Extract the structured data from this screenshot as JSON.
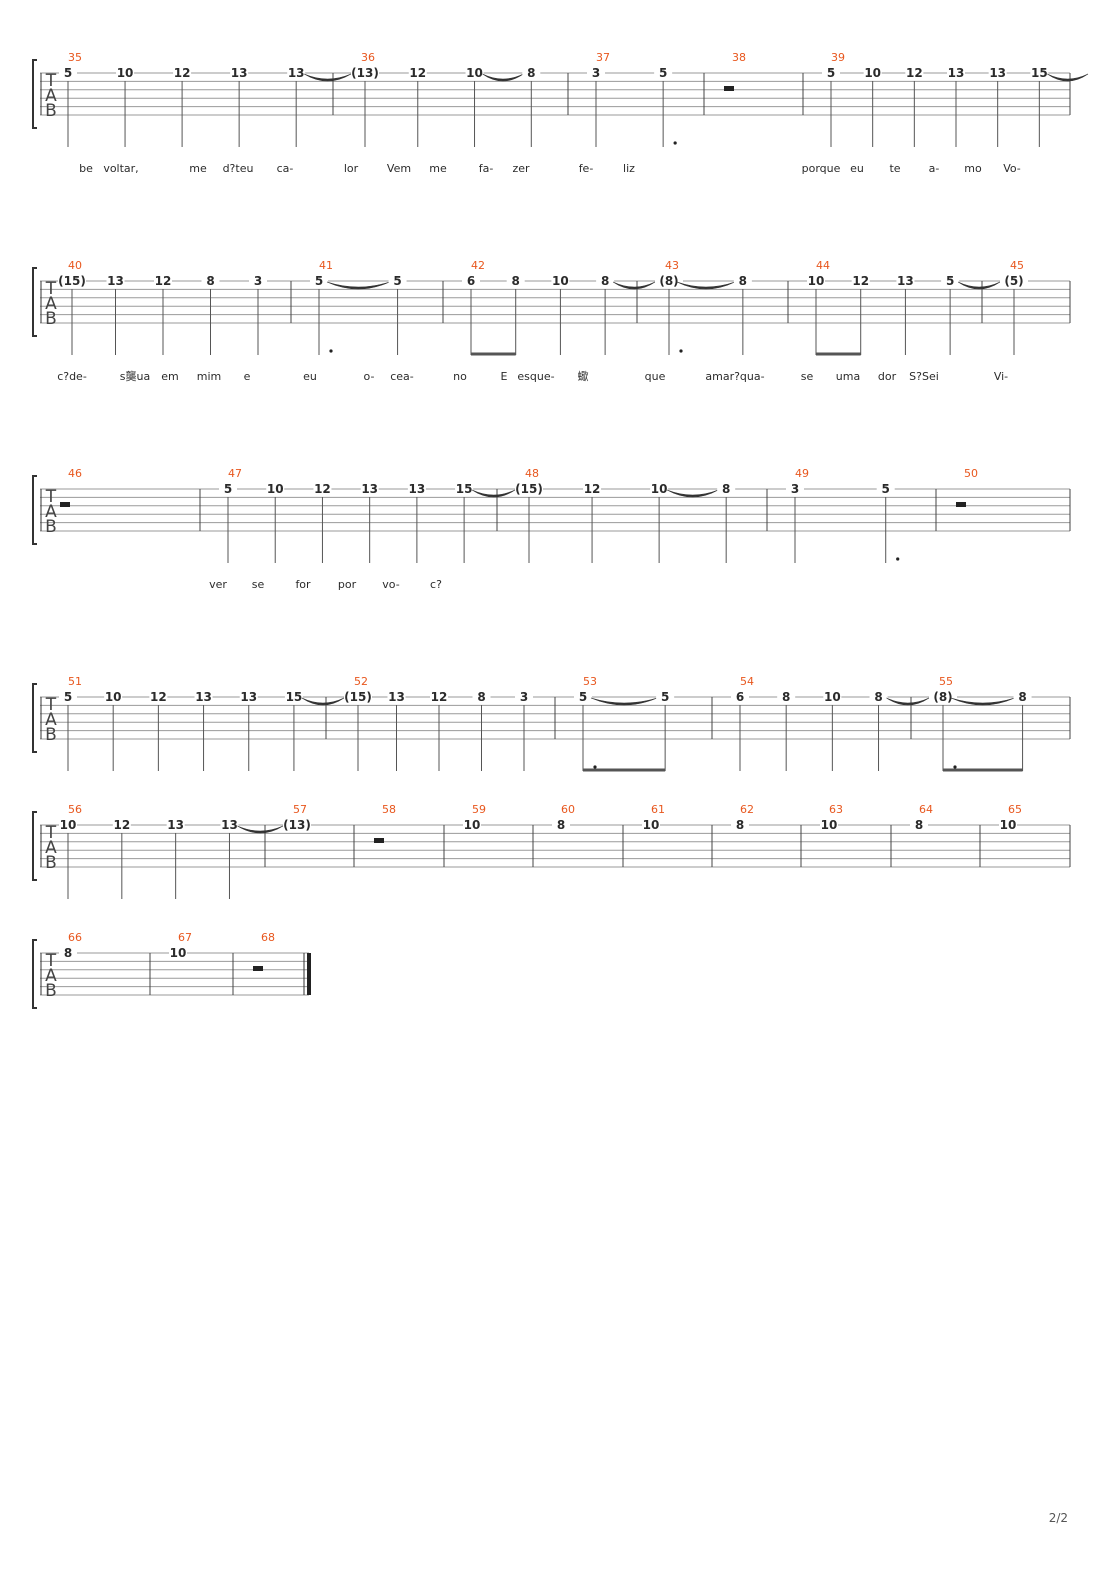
{
  "page_number": "2/2",
  "clef_letters": [
    "T",
    "A",
    "B"
  ],
  "systems": [
    {
      "measures": [
        {
          "number": "35",
          "notes": [
            {
              "fret": "5"
            },
            {
              "fret": "10"
            },
            {
              "fret": "12"
            },
            {
              "fret": "13"
            },
            {
              "fret": "13",
              "tie": true
            }
          ]
        },
        {
          "number": "36",
          "notes": [
            {
              "fret": "(13)"
            },
            {
              "fret": "12"
            },
            {
              "fret": "10",
              "tie": true
            },
            {
              "fret": "8"
            }
          ]
        },
        {
          "number": "37",
          "notes": [
            {
              "fret": "3"
            },
            {
              "fret": "5",
              "dot": true
            }
          ]
        },
        {
          "number": "38",
          "rest": true
        },
        {
          "number": "39",
          "notes": [
            {
              "fret": "5"
            },
            {
              "fret": "10"
            },
            {
              "fret": "12"
            },
            {
              "fret": "13"
            },
            {
              "fret": "13"
            },
            {
              "fret": "15",
              "tie": true
            }
          ]
        }
      ],
      "lyrics": [
        "be",
        "voltar,",
        "me",
        "d?teu",
        "ca-",
        "lor",
        "Vem",
        "me",
        "fa-",
        "zer",
        "fe-",
        "liz",
        "porque",
        "eu",
        "te",
        "a-",
        "mo",
        "Vo-"
      ]
    },
    {
      "measures": [
        {
          "number": "40",
          "notes": [
            {
              "fret": "(15)"
            },
            {
              "fret": "13"
            },
            {
              "fret": "12"
            },
            {
              "fret": "8"
            },
            {
              "fret": "3"
            }
          ]
        },
        {
          "number": "41",
          "notes": [
            {
              "fret": "5",
              "dot": true,
              "tie": true
            },
            {
              "fret": "5"
            }
          ]
        },
        {
          "number": "42",
          "notes": [
            {
              "fret": "6"
            },
            {
              "fret": "8"
            },
            {
              "fret": "10"
            },
            {
              "fret": "8",
              "tie": true
            }
          ]
        },
        {
          "number": "43",
          "notes": [
            {
              "fret": "(8)",
              "dot": true,
              "tie": true
            },
            {
              "fret": "8"
            }
          ]
        },
        {
          "number": "44",
          "notes": [
            {
              "fret": "10"
            },
            {
              "fret": "12"
            },
            {
              "fret": "13"
            },
            {
              "fret": "5",
              "tie": true
            }
          ]
        },
        {
          "number": "45",
          "notes": [
            {
              "fret": "(5)"
            }
          ]
        }
      ],
      "lyrics": [
        "c?de-",
        "s龑ua",
        "em",
        "mim",
        "e",
        "eu",
        "o-",
        "cea-",
        "no",
        "E",
        "esque-",
        "蠍",
        "que",
        "amar?qua-",
        "se",
        "uma",
        "dor",
        "S?Sei",
        "Vi-"
      ]
    },
    {
      "measures": [
        {
          "number": "46",
          "rest": true
        },
        {
          "number": "47",
          "notes": [
            {
              "fret": "5"
            },
            {
              "fret": "10"
            },
            {
              "fret": "12"
            },
            {
              "fret": "13"
            },
            {
              "fret": "13"
            },
            {
              "fret": "15",
              "tie": true
            }
          ]
        },
        {
          "number": "48",
          "notes": [
            {
              "fret": "(15)"
            },
            {
              "fret": "12"
            },
            {
              "fret": "10",
              "tie": true
            },
            {
              "fret": "8"
            }
          ]
        },
        {
          "number": "49",
          "notes": [
            {
              "fret": "3"
            },
            {
              "fret": "5",
              "dot": true
            }
          ]
        },
        {
          "number": "50",
          "rest": true
        }
      ],
      "lyrics": [
        "ver",
        "se",
        "for",
        "por",
        "vo-",
        "c?"
      ]
    },
    {
      "measures": [
        {
          "number": "51",
          "notes": [
            {
              "fret": "5"
            },
            {
              "fret": "10"
            },
            {
              "fret": "12"
            },
            {
              "fret": "13"
            },
            {
              "fret": "13"
            },
            {
              "fret": "15",
              "tie": true
            }
          ]
        },
        {
          "number": "52",
          "notes": [
            {
              "fret": "(15)"
            },
            {
              "fret": "13"
            },
            {
              "fret": "12"
            },
            {
              "fret": "8"
            },
            {
              "fret": "3"
            }
          ]
        },
        {
          "number": "53",
          "notes": [
            {
              "fret": "5",
              "dot": true,
              "tie": true
            },
            {
              "fret": "5"
            }
          ]
        },
        {
          "number": "54",
          "notes": [
            {
              "fret": "6"
            },
            {
              "fret": "8"
            },
            {
              "fret": "10"
            },
            {
              "fret": "8",
              "tie": true
            }
          ]
        },
        {
          "number": "55",
          "notes": [
            {
              "fret": "(8)",
              "dot": true,
              "tie": true
            },
            {
              "fret": "8"
            }
          ]
        }
      ],
      "lyrics": []
    },
    {
      "measures": [
        {
          "number": "56",
          "notes": [
            {
              "fret": "10"
            },
            {
              "fret": "12"
            },
            {
              "fret": "13"
            },
            {
              "fret": "13",
              "tie": true
            }
          ]
        },
        {
          "number": "57",
          "notes": [
            {
              "fret": "(13)"
            }
          ]
        },
        {
          "number": "58",
          "rest": true
        },
        {
          "number": "59",
          "notes": [
            {
              "fret": "10"
            }
          ]
        },
        {
          "number": "60",
          "notes": [
            {
              "fret": "8"
            }
          ]
        },
        {
          "number": "61",
          "notes": [
            {
              "fret": "10"
            }
          ]
        },
        {
          "number": "62",
          "notes": [
            {
              "fret": "8"
            }
          ]
        },
        {
          "number": "63",
          "notes": [
            {
              "fret": "10"
            }
          ]
        },
        {
          "number": "64",
          "notes": [
            {
              "fret": "8"
            }
          ]
        },
        {
          "number": "65",
          "notes": [
            {
              "fret": "10"
            }
          ]
        }
      ],
      "lyrics": []
    },
    {
      "measures": [
        {
          "number": "66",
          "notes": [
            {
              "fret": "8"
            }
          ]
        },
        {
          "number": "67",
          "notes": [
            {
              "fret": "10"
            }
          ]
        },
        {
          "number": "68",
          "rest": true
        }
      ],
      "lyrics": [],
      "final_barline": true
    }
  ]
}
